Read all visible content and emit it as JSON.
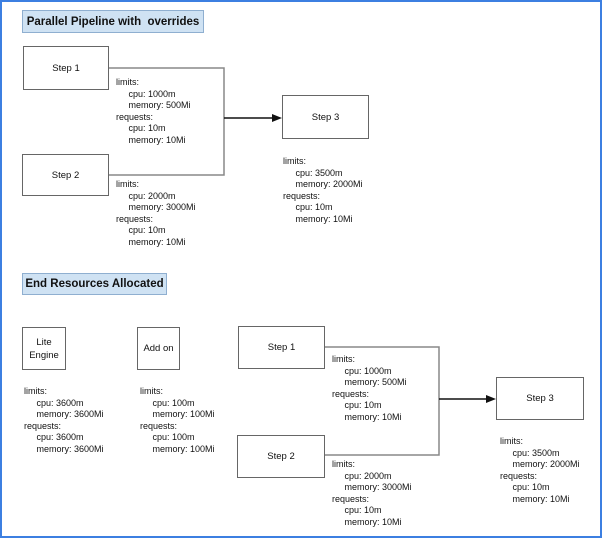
{
  "colors": {
    "accent-border": "#3c7fe1",
    "title-fill": "#cfe2f3",
    "title-border": "#8fafd0",
    "box-border": "#666666",
    "line-color": "#888888",
    "arrow-color": "#111111"
  },
  "section1": {
    "title": "Parallel Pipeline with  overrides",
    "steps": {
      "step1": {
        "label": "Step 1",
        "resources": "limits:\n     cpu: 1000m\n     memory: 500Mi\nrequests:\n     cpu: 10m\n     memory: 10Mi"
      },
      "step2": {
        "label": "Step 2",
        "resources": "limits:\n     cpu: 2000m\n     memory: 3000Mi\nrequests:\n     cpu: 10m\n     memory: 10Mi"
      },
      "step3": {
        "label": "Step 3",
        "resources": "limits:\n     cpu: 3500m\n     memory: 2000Mi\nrequests:\n     cpu: 10m\n     memory: 10Mi"
      }
    }
  },
  "section2": {
    "title": "End Resources Allocated",
    "steps": {
      "lite_engine": {
        "label": "Lite\nEngine",
        "resources": "limits:\n     cpu: 3600m\n     memory: 3600Mi\nrequests:\n     cpu: 3600m\n     memory: 3600Mi"
      },
      "add_on": {
        "label": "Add on",
        "resources": "limits:\n     cpu: 100m\n     memory: 100Mi\nrequests:\n     cpu: 100m\n     memory: 100Mi"
      },
      "step1": {
        "label": "Step 1",
        "resources": "limits:\n     cpu: 1000m\n     memory: 500Mi\nrequests:\n     cpu: 10m\n     memory: 10Mi"
      },
      "step2": {
        "label": "Step 2",
        "resources": "limits:\n     cpu: 2000m\n     memory: 3000Mi\nrequests:\n     cpu: 10m\n     memory: 10Mi"
      },
      "step3": {
        "label": "Step 3",
        "resources": "limits:\n     cpu: 3500m\n     memory: 2000Mi\nrequests:\n     cpu: 10m\n     memory: 10Mi"
      }
    }
  }
}
